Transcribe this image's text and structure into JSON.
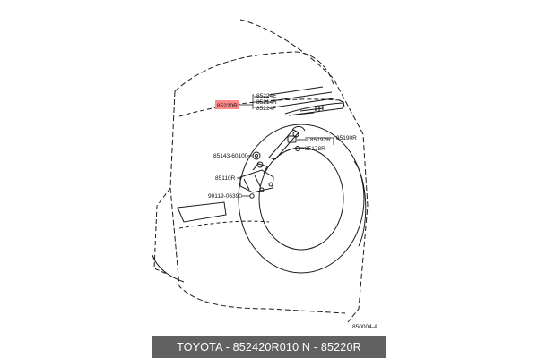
{
  "diagram": {
    "labels": {
      "wiper_blade": "85224E",
      "blade_rubber": "85214R",
      "blade_insert": "85224F",
      "wiper_arm_highlight": "85220R",
      "cap_a": "85192R",
      "pivot": "85190R",
      "nut": "85178R",
      "grommet": "85143-60100",
      "motor": "85110R",
      "bolt": "90119-06390"
    },
    "ref_code": "850004-A"
  },
  "footer": {
    "text": "TOYOTA - 852420R010       N - 85220R"
  },
  "colors": {
    "highlight": "#ff8a8a",
    "footer_bg": "#616161",
    "line": "#1a1a1a"
  }
}
